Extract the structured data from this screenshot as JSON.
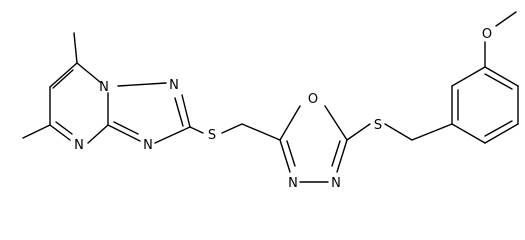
{
  "molecule": {
    "atoms": {
      "n_top": "N",
      "n_fused_top": "N",
      "n_fused_bottom": "N",
      "n_pyrimidine": "N",
      "s_left": "S",
      "o_ring": "O",
      "n_ox_left": "N",
      "n_ox_right": "N",
      "s_right": "S",
      "o_methoxy": "O"
    }
  }
}
